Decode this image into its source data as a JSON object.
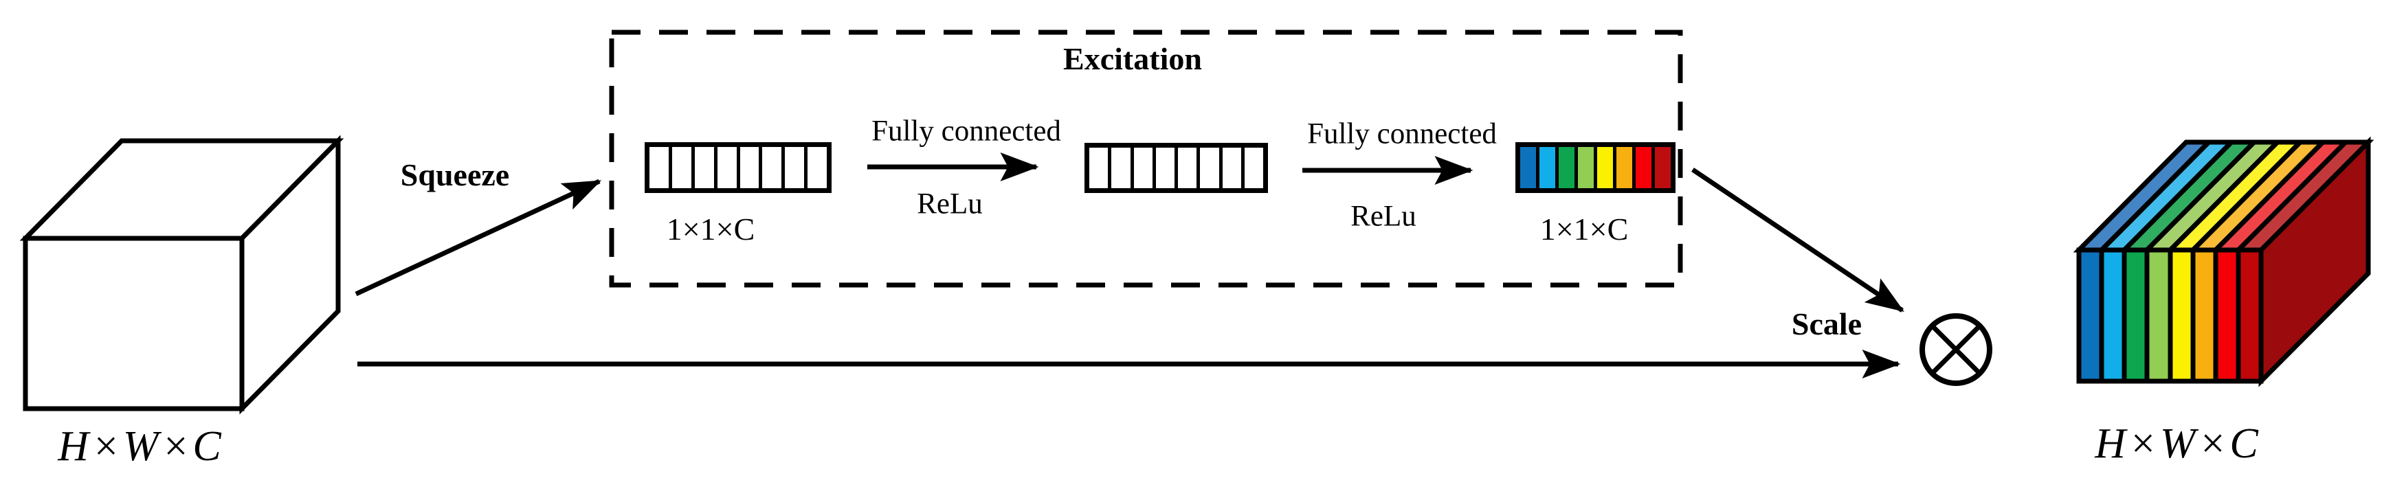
{
  "diagram": {
    "kind": "squeeze-and-excitation-block",
    "input_tensor": {
      "dims_label": "H×W×C"
    },
    "output_tensor": {
      "dims_label": "H×W×C"
    },
    "squeeze_label": "Squeeze",
    "excitation_label": "Excitation",
    "scale_label": "Scale",
    "fc1": {
      "label": "Fully connected",
      "activation": "ReLu"
    },
    "fc2": {
      "label": "Fully connected",
      "activation": "ReLu"
    },
    "squeezed_vector": {
      "dims_label": "1×1×C",
      "cells": 8,
      "cell_color": "#ffffff"
    },
    "hidden_vector": {
      "cells": 8,
      "cell_color": "#ffffff"
    },
    "weights_vector": {
      "dims_label": "1×1×C",
      "cells": 8,
      "cell_colors": [
        "#0d72bc",
        "#12aee9",
        "#0da64e",
        "#92ce53",
        "#fbf000",
        "#f8b010",
        "#f50008",
        "#be0d10"
      ]
    },
    "output_block": {
      "front_colors": [
        "#0d72bc",
        "#12aee9",
        "#0da64e",
        "#92ce53",
        "#fbf000",
        "#f8b010",
        "#f50008",
        "#c00609"
      ],
      "top_colors": [
        "#4485c5",
        "#41bcec",
        "#31ad62",
        "#a5d16d",
        "#fdf32b",
        "#fbbc37",
        "#f04348",
        "#c2393c"
      ],
      "side_color": "#9b0a0d"
    },
    "multiply_icon": "circle-times",
    "stroke_color": "#000000",
    "background_color": "#ffffff"
  }
}
